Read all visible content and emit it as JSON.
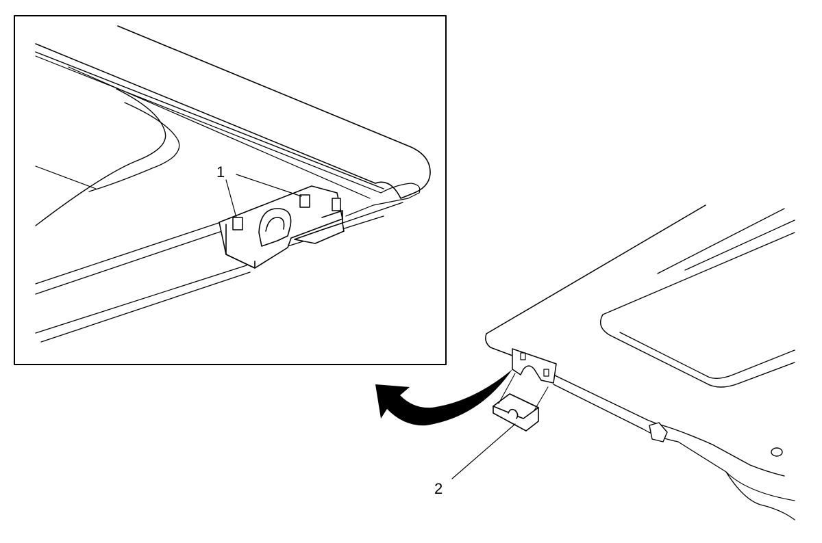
{
  "diagram": {
    "callouts": [
      {
        "id": "1",
        "label": "1"
      },
      {
        "id": "2",
        "label": "2"
      }
    ],
    "colors": {
      "line": "#000000",
      "background": "#ffffff",
      "arrow": "#000000"
    },
    "icons": {
      "direction_arrow": "curved-arrow-icon"
    }
  }
}
